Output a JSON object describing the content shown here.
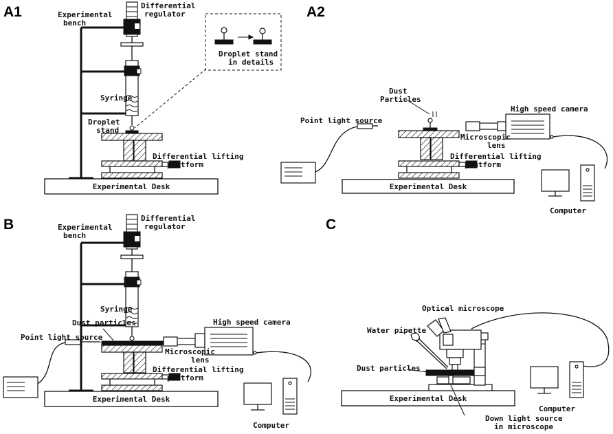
{
  "panels": {
    "a1": {
      "tag": "A1",
      "experimental_bench": [
        "Experimental",
        "bench"
      ],
      "differential_regulator": [
        "Differential",
        "regulator"
      ],
      "syringe": "Syringe",
      "droplet_stand": [
        "Droplet",
        "stand"
      ],
      "inset_label": [
        "Droplet stand",
        "in details"
      ],
      "lifting_platform": [
        "Differential lifting",
        "platform"
      ],
      "desk": "Experimental Desk"
    },
    "a2": {
      "tag": "A2",
      "dust_particles": [
        "Dust",
        "Particles"
      ],
      "point_light_source": "Point light source",
      "high_speed_camera": "High speed camera",
      "microscopic_lens": [
        "Microscopic",
        "lens"
      ],
      "lifting_platform": [
        "Differential lifting",
        "platform"
      ],
      "desk": "Experimental Desk",
      "computer": "Computer"
    },
    "b": {
      "tag": "B",
      "experimental_bench": [
        "Experimental",
        "bench"
      ],
      "differential_regulator": [
        "Differential",
        "regulator"
      ],
      "syringe": "Syringe",
      "dust_particles": "Dust particles",
      "point_light_source": "Point light source",
      "high_speed_camera": "High speed camera",
      "microscopic_lens": [
        "Microscopic",
        "lens"
      ],
      "lifting_platform": [
        "Differential lifting",
        "platform"
      ],
      "desk": "Experimental Desk",
      "computer": "Computer"
    },
    "c": {
      "tag": "C",
      "optical_microscope": "Optical microscope",
      "water_pipette": "Water pipette",
      "dust_particles": "Dust particles",
      "desk": "Experimental Desk",
      "computer": "Computer",
      "down_light_source": [
        "Down light source",
        "in microscope"
      ]
    }
  }
}
